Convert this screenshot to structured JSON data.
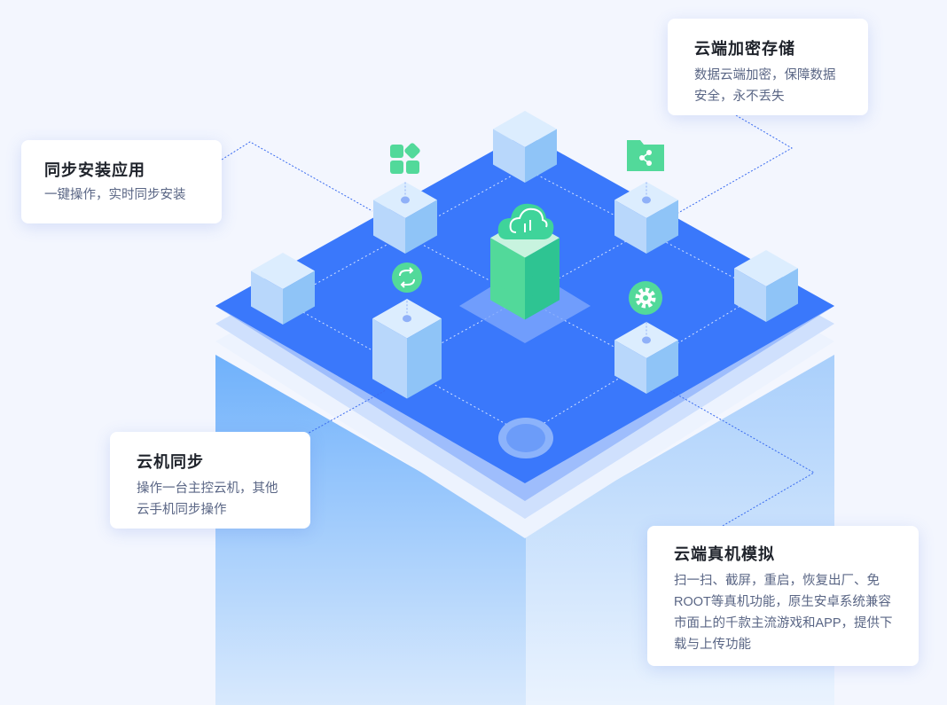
{
  "features": [
    {
      "title": "同步安装应用",
      "desc": "一键操作，实时同步安装"
    },
    {
      "title": "云端加密存储",
      "desc": "数据云端加密，保障数据安全，永不丢失"
    },
    {
      "title": "云机同步",
      "desc": "操作一台主控云机，其他云手机同步操作"
    },
    {
      "title": "云端真机模拟",
      "desc": "扫一扫、截屏，重启，恢复出厂、免ROOT等真机功能，原生安卓系统兼容市面上的千款主流游戏和APP，提供下载与上传功能"
    }
  ],
  "icons": [
    "apps-icon",
    "share-folder-icon",
    "sync-icon",
    "gear-icon",
    "cloud-icon"
  ],
  "colors": {
    "platform": "#3a78fb",
    "accent": "#52d99a",
    "cube_light": "#bcd9fb",
    "cube_dark": "#8fc4f7"
  }
}
